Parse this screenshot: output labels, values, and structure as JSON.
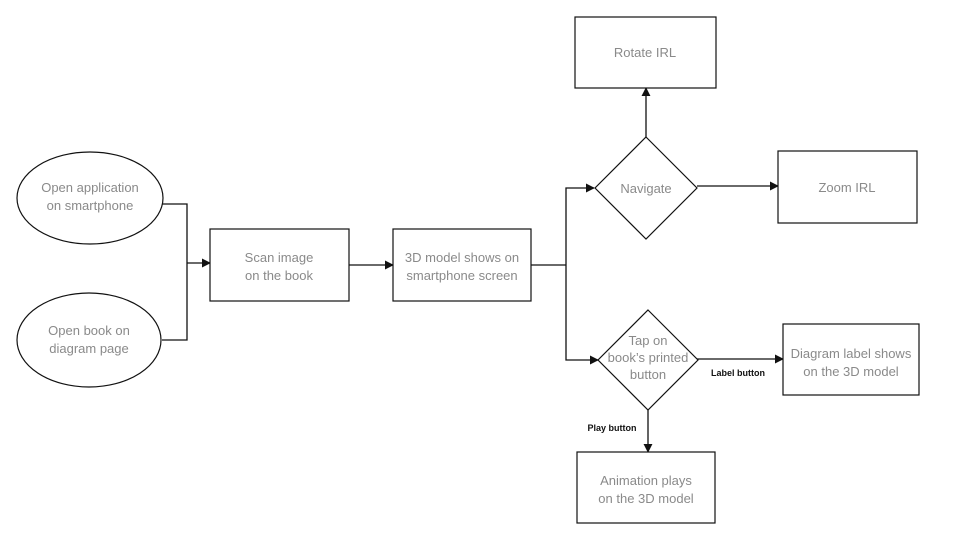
{
  "nodes": {
    "open_app": {
      "line1": "Open application",
      "line2": "on smartphone"
    },
    "open_book": {
      "line1": "Open book on",
      "line2": "diagram page"
    },
    "scan_image": {
      "line1": "Scan image",
      "line2": "on the book"
    },
    "model_shows": {
      "line1": "3D model shows on",
      "line2": "smartphone screen"
    },
    "navigate": {
      "line1": "Navigate"
    },
    "rotate": {
      "line1": "Rotate IRL"
    },
    "zoom": {
      "line1": "Zoom IRL"
    },
    "tap": {
      "line1": "Tap on",
      "line2": "book’s printed",
      "line3": "button"
    },
    "label_shows": {
      "line1": "Diagram label shows",
      "line2": "on the 3D model"
    },
    "animation": {
      "line1": "Animation plays",
      "line2": "on the 3D model"
    }
  },
  "edges": {
    "label_button": "Label button",
    "play_button": "Play button"
  }
}
